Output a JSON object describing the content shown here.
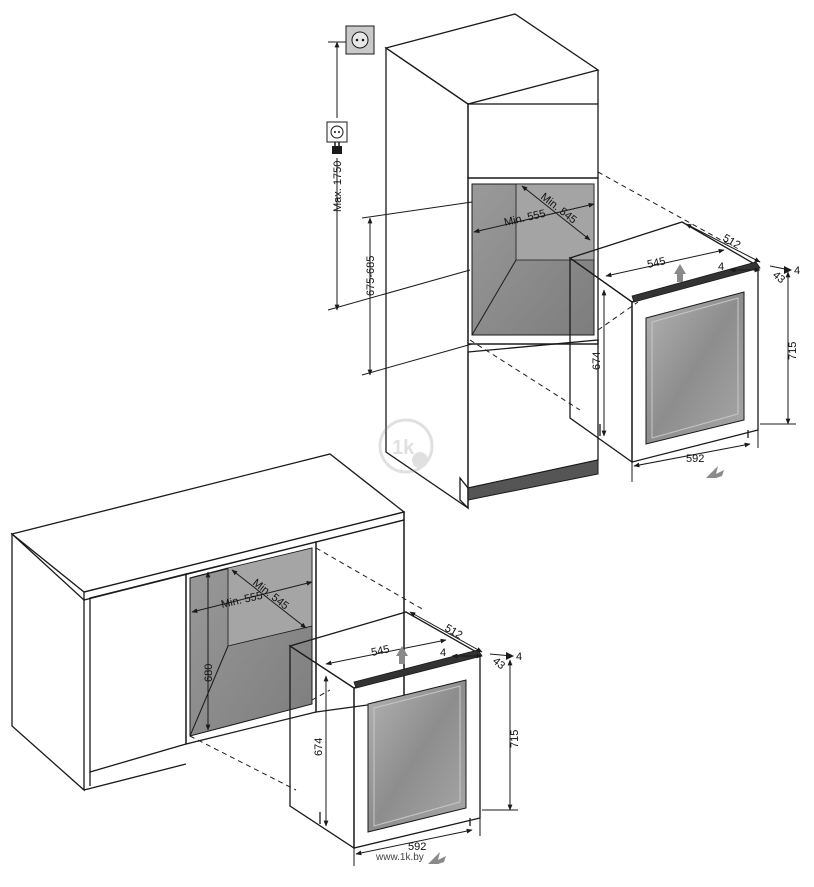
{
  "top": {
    "max_height": "Max. 1750",
    "niche_height": "675-685",
    "niche_width": "Min. 555",
    "niche_depth": "Min. 545",
    "unit_depth_overall": "512",
    "unit_top_depth": "545",
    "gap_a": "4",
    "gap_b": "43",
    "gap_c": "4",
    "unit_height": "674",
    "unit_total_height": "715",
    "unit_width": "592"
  },
  "bottom": {
    "niche_height": "680",
    "niche_width": "Min. 555",
    "niche_depth": "Min. 545",
    "unit_depth_overall": "512",
    "unit_top_depth": "545",
    "gap_a": "4",
    "gap_b": "43",
    "gap_c": "4",
    "unit_height": "674",
    "unit_total_height": "715",
    "unit_width": "592"
  },
  "watermark": "www.1k.by",
  "colors": {
    "line": "#1a1a1a",
    "niche_fill": "#8e8e8e",
    "glass_fill": "#9a9a9a",
    "arrow_fill": "#8a8a8a"
  }
}
